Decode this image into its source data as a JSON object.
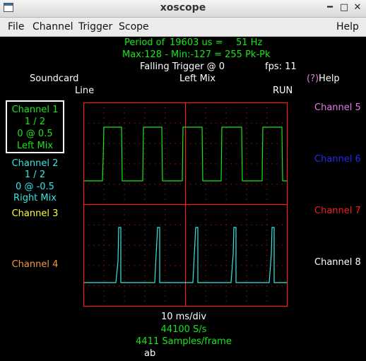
{
  "window": {
    "title": "xoscope"
  },
  "menu": [
    "File",
    "Channel",
    "Trigger",
    "Scope",
    "Help"
  ],
  "info": {
    "period_label": "Period of",
    "period_value": "19603 us =",
    "freq": "51 Hz",
    "pkpk": "Max:128 - Min:-127 = 255 Pk-Pk",
    "trigger": "Falling Trigger @ 0",
    "fps": "fps: 11",
    "source": "Soundcard",
    "mix": "Left Mix",
    "help": "(?)Help",
    "line": "Line",
    "run": "RUN"
  },
  "channels_left": [
    {
      "name": "Channel 1",
      "scale": "1 / 2",
      "pos": "0 @ 0.5",
      "src": "Left Mix",
      "color": "#19e619"
    },
    {
      "name": "Channel 2",
      "scale": "1 / 2",
      "pos": "0 @ -0.5",
      "src": "Right Mix",
      "color": "#33e6e6"
    },
    {
      "name": "Channel 3",
      "color": "#ffff2e"
    },
    {
      "name": "Channel 4",
      "color": "#f09a3c"
    }
  ],
  "channels_right": [
    {
      "name": "Channel 5",
      "color": "#e27be2"
    },
    {
      "name": "Channel 6",
      "color": "#2727ee"
    },
    {
      "name": "Channel 7",
      "color": "#ee2020"
    },
    {
      "name": "Channel 8",
      "color": "#ffffff"
    }
  ],
  "footer": {
    "timebase": "10 ms/div",
    "rate": "44100 S/s",
    "samples": "4411 Samples/frame",
    "ab": "ab"
  },
  "colors": {
    "grid": "#ee2020",
    "ch1": "#19e619",
    "ch2": "#33e6e6"
  }
}
